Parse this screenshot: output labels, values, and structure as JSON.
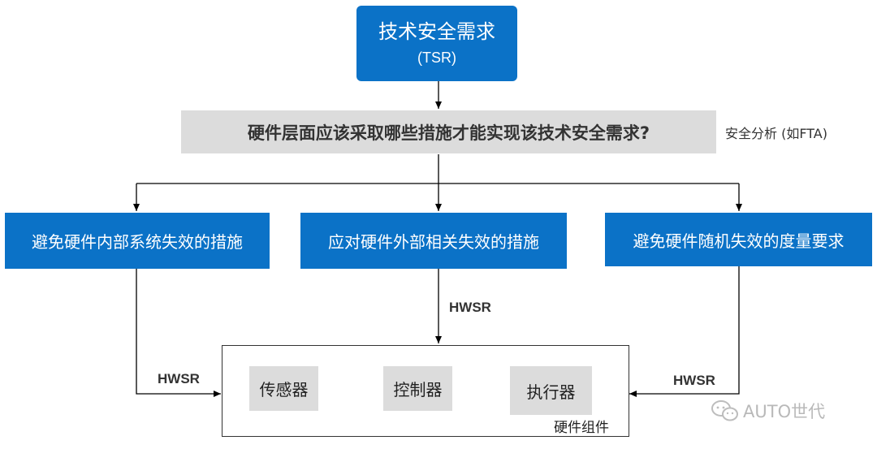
{
  "top_box": {
    "title": "技术安全需求",
    "abbr": "(TSR)"
  },
  "question": {
    "text": "硬件层面应该采取哪些措施才能实现该技术安全需求?",
    "note": "安全分析 (如FTA)"
  },
  "measures": [
    {
      "label": "避免硬件内部系统失效的措施"
    },
    {
      "label": "应对硬件外部相关失效的措施"
    },
    {
      "label": "避免硬件随机失效的度量要求"
    }
  ],
  "hwsr_labels": {
    "left": "HWSR",
    "center": "HWSR",
    "right": "HWSR"
  },
  "hardware": {
    "caption": "硬件组件",
    "components": [
      "传感器",
      "控制器",
      "执行器"
    ]
  },
  "watermark": "AUTO世代",
  "colors": {
    "box_blue": "#0b72c7",
    "box_gray": "#dcdcdc",
    "line": "#000000"
  }
}
